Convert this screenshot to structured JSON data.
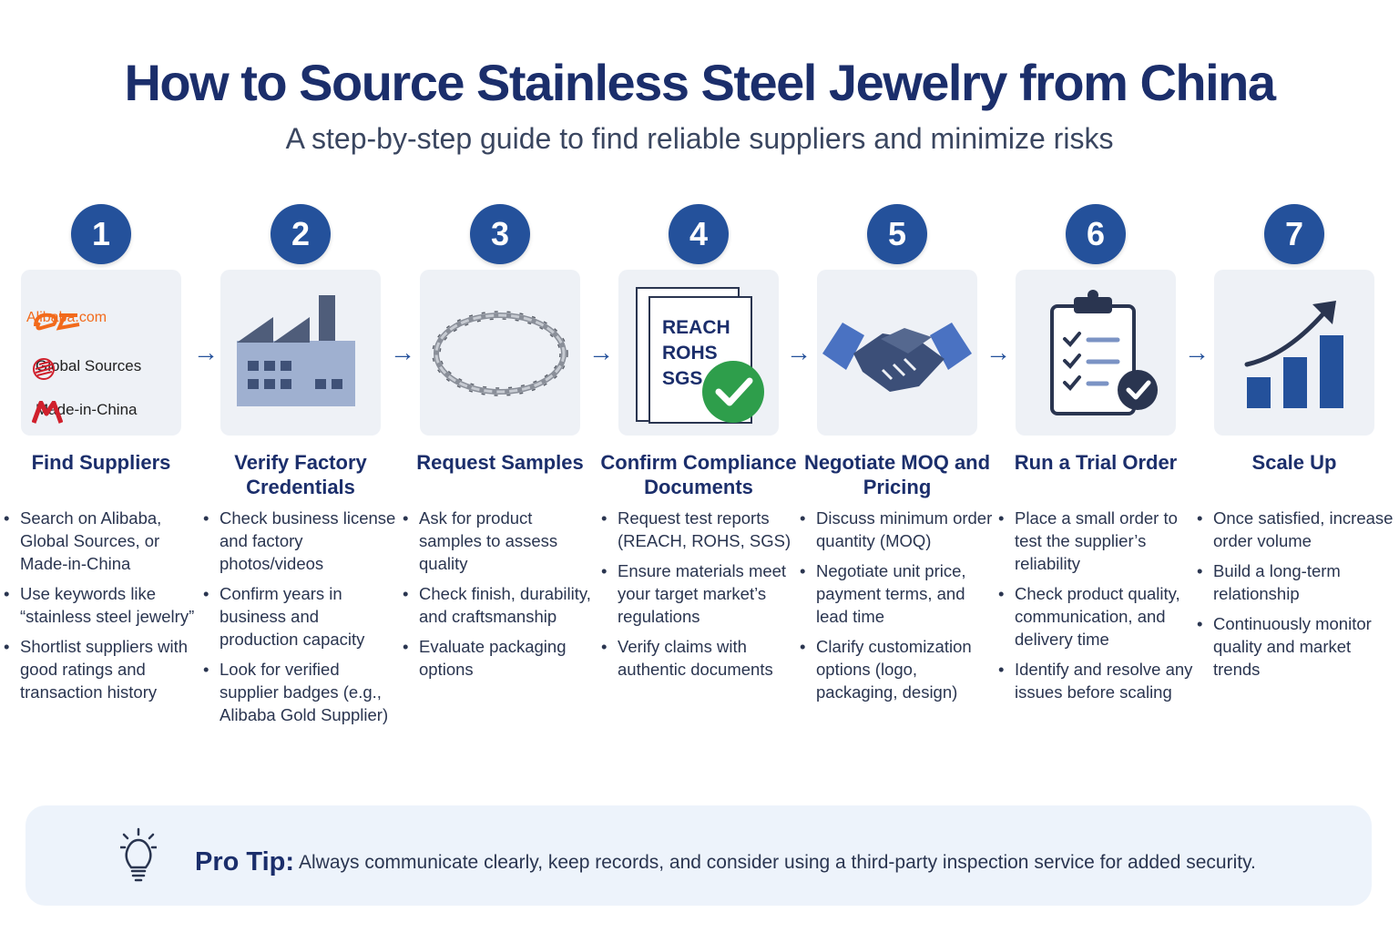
{
  "header": {
    "title": "How to Source Stainless Steel Jewelry from China",
    "subtitle": "A step-by-step guide to find reliable suppliers and minimize risks"
  },
  "colors": {
    "primary": "#24519b",
    "title": "#1b2e6b",
    "card_bg": "#eef1f6",
    "tip_bg": "#edf3fb",
    "check_green": "#2e9e4b",
    "alibaba_orange": "#f26a1b",
    "mic_red": "#d0202c"
  },
  "steps": [
    {
      "number": "1",
      "title": "Find Suppliers",
      "icon": "supplier-logos-icon",
      "logos": [
        "Alibaba.com",
        "Global Sources",
        "Made-in-China"
      ],
      "bullets": [
        "Search on Alibaba, Global Sources, or Made-in-China",
        "Use keywords like “stainless steel jewelry”",
        "Shortlist suppliers with good ratings and transaction history"
      ]
    },
    {
      "number": "2",
      "title": "Verify Factory Credentials",
      "icon": "factory-icon",
      "bullets": [
        "Check business license and factory photos/videos",
        "Confirm years in business and production capacity",
        "Look for verified supplier badges (e.g., Alibaba Gold Supplier)"
      ]
    },
    {
      "number": "3",
      "title": "Request Samples",
      "icon": "chain-bracelet-icon",
      "bullets": [
        "Ask for product samples to assess quality",
        "Check finish, durability, and craftsmanship",
        "Evaluate packaging options"
      ]
    },
    {
      "number": "4",
      "title": "Confirm Compliance Documents",
      "icon": "documents-check-icon",
      "doc_labels": [
        "REACH",
        "ROHS",
        "SGS"
      ],
      "bullets": [
        "Request test reports (REACH, ROHS, SGS)",
        "Ensure materials meet your target market’s regulations",
        "Verify claims with authentic documents"
      ]
    },
    {
      "number": "5",
      "title": "Negotiate MOQ and Pricing",
      "icon": "handshake-icon",
      "bullets": [
        "Discuss minimum order quantity (MOQ)",
        "Negotiate unit price, payment terms, and lead time",
        "Clarify customization options (logo, packaging, design)"
      ]
    },
    {
      "number": "6",
      "title": "Run a Trial Order",
      "icon": "checklist-clipboard-icon",
      "bullets": [
        "Place a small order to test the supplier’s reliability",
        "Check product quality, communication, and delivery time",
        "Identify and resolve any issues before scaling"
      ]
    },
    {
      "number": "7",
      "title": "Scale Up",
      "icon": "growth-chart-icon",
      "bullets": [
        "Once satisfied, increase order volume",
        "Build a long-term relationship",
        "Continuously monitor quality and market trends"
      ]
    }
  ],
  "tip": {
    "icon": "lightbulb-icon",
    "label": "Pro Tip:",
    "text": "Always communicate clearly, keep records, and consider using a third-party inspection service for added security."
  }
}
